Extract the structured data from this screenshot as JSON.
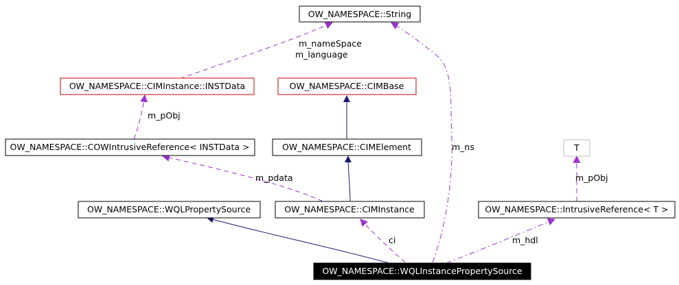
{
  "colors": {
    "inherit_edge": "#191970",
    "use_edge": "#9a32cd",
    "node_border_default": "#000000",
    "node_border_truncated": "#cc0000",
    "node_border_undocumented": "#bfbfbf",
    "focus_fill": "#000000",
    "focus_text": "#ffffff"
  },
  "nodes": {
    "string": "OW_NAMESPACE::String",
    "instdata": "OW_NAMESPACE::CIMInstance::INSTData",
    "cimbase": "OW_NAMESPACE::CIMBase",
    "cowref": "OW_NAMESPACE::COWIntrusiveReference< INSTData >",
    "cimelement": "OW_NAMESPACE::CIMElement",
    "t": "T",
    "wqlprop": "OW_NAMESPACE::WQLPropertySource",
    "ciminstance": "OW_NAMESPACE::CIMInstance",
    "intrusiveref": "OW_NAMESPACE::IntrusiveReference< T >",
    "wqlinstance": "OW_NAMESPACE::WQLInstancePropertySource"
  },
  "edge_labels": {
    "namespace": "m_nameSpace",
    "language": "m_language",
    "pobj_instdata": "m_pObj",
    "pdata": "m_pdata",
    "ns": "m_ns",
    "pobj_t": "m_pObj",
    "ci": "ci",
    "hdl": "m_hdl"
  }
}
